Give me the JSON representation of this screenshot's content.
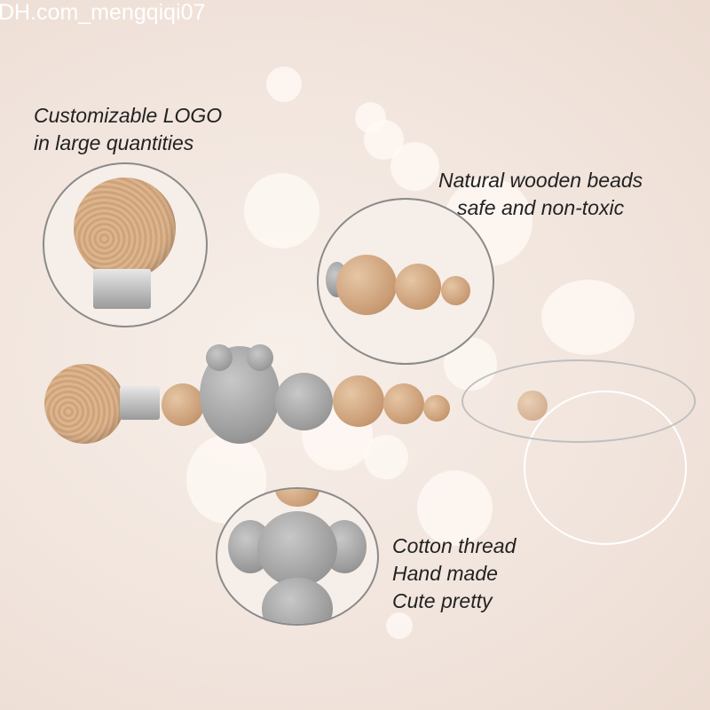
{
  "watermark": "DH.com_mengqiqi07",
  "callouts": {
    "logo": {
      "line1": "Customizable LOGO",
      "line2": "in large quantities"
    },
    "beads": {
      "line1": "Natural wooden beads",
      "line2": "safe and non-toxic"
    },
    "thread": {
      "line1": "Cotton thread",
      "line2": "Hand made",
      "line3": "Cute pretty"
    }
  }
}
